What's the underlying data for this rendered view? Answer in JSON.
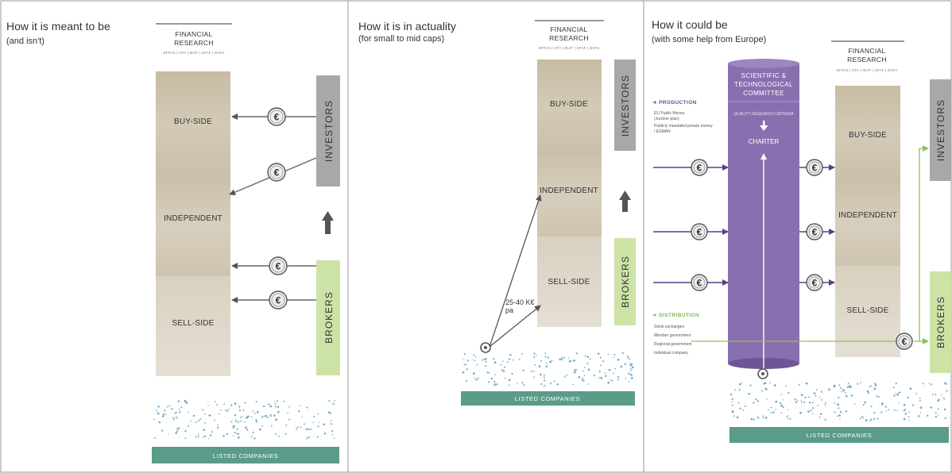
{
  "panels": [
    {
      "title": "How it is meant to be",
      "subtitle": "(and isn't)",
      "research_title_lines": [
        "FINANCIAL",
        "RESEARCH"
      ],
      "research_sub": "EFFAS | CFA | IEAF | SFAF | DVFA",
      "bands": [
        "BUY-SIDE",
        "INDEPENDENT",
        "SELL-SIDE"
      ],
      "investors": "INVESTORS",
      "brokers": "BROKERS",
      "listed": "LISTED COMPANIES"
    },
    {
      "title": "How it is in actuality",
      "subtitle": "(for small to mid caps)",
      "research_title_lines": [
        "FINANCIAL",
        "RESEARCH"
      ],
      "research_sub": "EFFAS | CFA | IEAF | SFAF | DVFA",
      "bands": [
        "BUY-SIDE",
        "INDEPENDENT",
        "SELL-SIDE"
      ],
      "investors": "INVESTORS",
      "brokers": "BROKERS",
      "listed": "LISTED COMPANIES",
      "price_lines": [
        "25-40 K€",
        "pa"
      ]
    },
    {
      "title": "How it could be",
      "subtitle": "(with some help from Europe)",
      "research_title_lines": [
        "FINANCIAL",
        "RESEARCH"
      ],
      "research_sub": "EFFAS | CFA | IEAF | SFAF | DVFA",
      "bands": [
        "BUY-SIDE",
        "INDEPENDENT",
        "SELL-SIDE"
      ],
      "investors": "INVESTORS",
      "brokers": "BROKERS",
      "listed": "LISTED COMPANIES",
      "committee_lines": [
        "SCIENTIFIC &",
        "TECHNOLOGICAL",
        "COMMITTEE"
      ],
      "quality": "QUALITY RESEARCH CRITERIA",
      "charter": "CHARTER",
      "production": {
        "heading": "PRODUCTION",
        "items": [
          "EU Public Money",
          "(Juncker plan)",
          "Publicly mandated private money",
          "/ ESMAN"
        ]
      },
      "distribution": {
        "heading": "DISTRIBUTION",
        "items": [
          "Stock exchanges",
          "Member government",
          "Regional government",
          "Individual company"
        ]
      }
    }
  ],
  "euro_symbol": "€",
  "colors": {
    "band_fill": "#cfc6b4",
    "investors_fill": "#a8a8a8",
    "brokers_fill": "#cde3a6",
    "listed_fill": "#5b9b8a",
    "cylinder_fill": "#8a6fb0",
    "purple_line": "#5a3f86",
    "green_line": "#8dc25d",
    "arrow_grey": "#555555"
  }
}
